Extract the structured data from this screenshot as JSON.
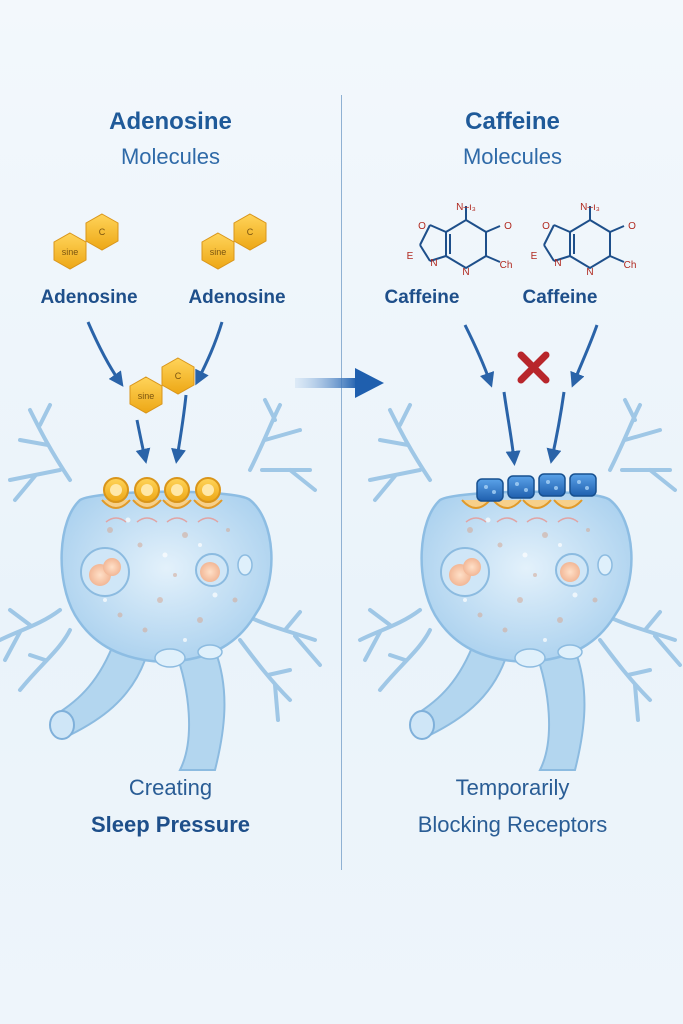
{
  "left": {
    "title": "Adenosine",
    "subtitle": "Molecules",
    "molecule_label_1": "Adenosine",
    "molecule_label_2": "Adenosine",
    "hex_text_a": "C",
    "hex_text_b": "sine",
    "caption_line1": "Creating",
    "caption_line2": "Sleep Pressure"
  },
  "right": {
    "title": "Caffeine",
    "subtitle": "Molecules",
    "molecule_label_1": "Caffeine",
    "molecule_label_2": "Caffeine",
    "atom_top": "N–ı₃",
    "atom_o": "O",
    "atom_e": "E",
    "atom_n": "N",
    "atom_ch": "Ch",
    "caption_line1": "Temporarily",
    "caption_line2": "Blocking Receptors"
  },
  "colors": {
    "adenosine_gold": "#f2b51f",
    "caffeine_blue": "#2b6fc2",
    "neuron_fill": "#bcdcf2",
    "arrow_blue": "#2a63a8",
    "block_red": "#b8262b"
  }
}
